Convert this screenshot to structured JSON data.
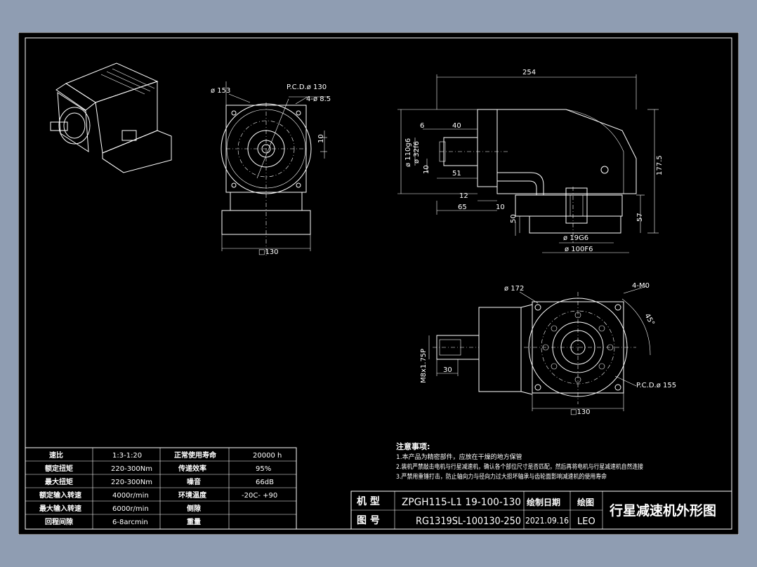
{
  "dimensions": {
    "front_dia": "ø 153",
    "front_pcd": "P.C.D.ø 130",
    "front_holes": "4-ø 8.5",
    "front_ten": "10",
    "front_square": "□130",
    "side_254": "254",
    "side_6": "6",
    "side_40": "40",
    "side_110": "ø 110g6",
    "side_32": "ø 32f6",
    "side_10a": "10",
    "side_51": "51",
    "side_1775": "177.5",
    "side_12": "12",
    "side_65": "65",
    "side_10b": "10",
    "side_50": "50",
    "side_57": "57",
    "side_19": "ø 19G6",
    "side_100": "ø 100F6",
    "bot_172": "ø 172",
    "bot_4m": "4-M0",
    "bot_45": "45°",
    "bot_m": "M8x1.75P",
    "bot_30": "30",
    "bot_pcd": "P.C.D.ø 155",
    "bot_square": "□130"
  },
  "spec_table": [
    {
      "l1": "速比",
      "v1": "1:3-1:20",
      "l2": "正常使用寿命",
      "v2": "20000  h"
    },
    {
      "l1": "额定扭矩",
      "v1": "220-300Nm",
      "l2": "传递效率",
      "v2": "95%"
    },
    {
      "l1": "最大扭矩",
      "v1": "220-300Nm",
      "l2": "噪音",
      "v2": "66dB"
    },
    {
      "l1": "额定输入转速",
      "v1": "4000r/min",
      "l2": "环境温度",
      "v2": "-20C- +90"
    },
    {
      "l1": "最大输入转速",
      "v1": "6000r/min",
      "l2": "侧隙",
      "v2": ""
    },
    {
      "l1": "回程间隙",
      "v1": "6-8arcmin",
      "l2": "重量",
      "v2": ""
    }
  ],
  "notes": {
    "title": "注意事项:",
    "lines": [
      "1.本产品为精密部件，应放在干燥的地方保管",
      "2.装机严禁敲击电机与行星减速机，确认各个部位尺寸是否匹配，然后再将电机与行星减速机自然连接",
      "3.严禁用重锤打击，防止轴向力与径向力过大损坏轴承与齿轮面影响减速机的使用寿命"
    ]
  },
  "title_block": {
    "model_label": "机  型",
    "model_value": "ZPGH115-L1 19-100-130",
    "drawing_label": "图  号",
    "drawing_value": "RG1319SL-100130-250",
    "date_label": "绘制日期",
    "date_value": "2021.09.16",
    "draw_label": "绘图",
    "drawer": "LEO",
    "title": "行星减速机外形图"
  }
}
